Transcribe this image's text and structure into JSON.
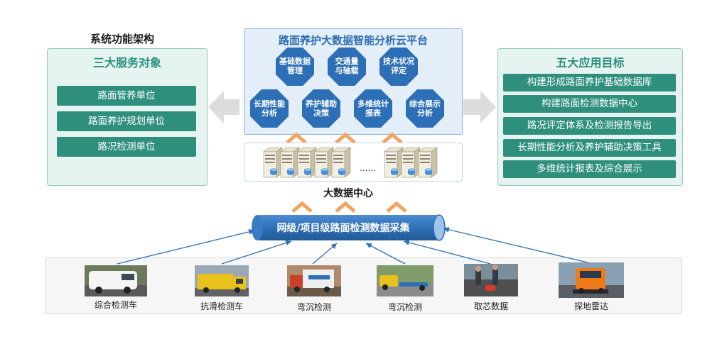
{
  "heading": "系统功能架构",
  "left_panel": {
    "title": "三大服务对象",
    "items": [
      "路面管养单位",
      "路面养护规划单位",
      "路况检测单位"
    ]
  },
  "right_panel": {
    "title": "五大应用目标",
    "items": [
      "构建形成路面养护基础数据库",
      "构建路面检测数据中心",
      "路况评定体系及检测报告导出",
      "长期性能分析及养护辅助决策工具",
      "多维统计报表及综合展示"
    ]
  },
  "cloud": {
    "title": "路面养护大数据智能分析云平台",
    "modules": [
      {
        "line1": "基础数据",
        "line2": "管理"
      },
      {
        "line1": "交通量",
        "line2": "与轴载"
      },
      {
        "line1": "技术状况",
        "line2": "评定"
      },
      {
        "line1": "长期性能",
        "line2": "分析"
      },
      {
        "line1": "养护辅助",
        "line2": "决策"
      },
      {
        "line1": "多维统计",
        "line2": "报表"
      },
      {
        "line1": "综合展示",
        "line2": "分析"
      }
    ]
  },
  "servers": {
    "ellipsis": "......"
  },
  "data_center_label": "大数据中心",
  "pipe_label": "网级/项目级路面检测数据采集",
  "sources": [
    "综合检测车",
    "抗滑检测车",
    "弯沉检测",
    "弯沉检测",
    "取芯数据",
    "探地雷达"
  ],
  "colors": {
    "teal": "#2f8f7d",
    "blue": "#2d6fb6",
    "arrow_orange": "#f0a460",
    "grey_arrow": "#dcdcdc"
  }
}
